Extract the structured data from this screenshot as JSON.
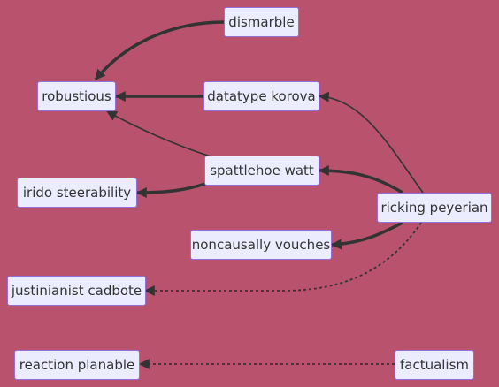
{
  "diagram": {
    "background": "#b9526d",
    "node_fill": "#ececff",
    "node_border": "#9370db",
    "edge_color": "#333333",
    "nodes": {
      "dismarble": "dismarble",
      "robustious": "robustious",
      "datatype_korova": "datatype korova",
      "spattlehoe_watt": "spattlehoe watt",
      "irido_steerability": "irido steerability",
      "ricking_peyerian": "ricking peyerian",
      "noncausally_vouches": "noncausally vouches",
      "justinianist_cadbote": "justinianist cadbote",
      "reaction_planable": "reaction planable",
      "factualism": "factualism"
    },
    "edges": [
      {
        "from": "dismarble",
        "to": "robustious",
        "style": "thick"
      },
      {
        "from": "datatype korova",
        "to": "robustious",
        "style": "thick"
      },
      {
        "from": "spattlehoe watt",
        "to": "robustious",
        "style": "normal"
      },
      {
        "from": "spattlehoe watt",
        "to": "irido steerability",
        "style": "thick"
      },
      {
        "from": "ricking peyerian",
        "to": "datatype korova",
        "style": "normal"
      },
      {
        "from": "ricking peyerian",
        "to": "spattlehoe watt",
        "style": "thick"
      },
      {
        "from": "ricking peyerian",
        "to": "noncausally vouches",
        "style": "thick"
      },
      {
        "from": "ricking peyerian",
        "to": "justinianist cadbote",
        "style": "dotted"
      },
      {
        "from": "factualism",
        "to": "reaction planable",
        "style": "dotted"
      }
    ]
  }
}
